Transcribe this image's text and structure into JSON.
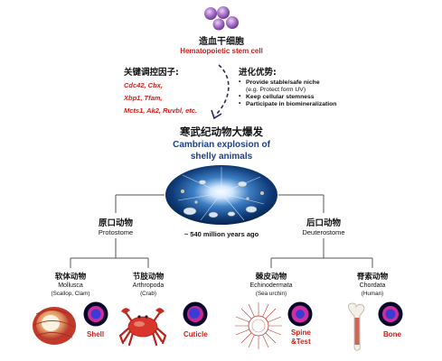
{
  "hsc": {
    "title_zh": "造血干细胞",
    "title_en": "Hematopoietic stem cell"
  },
  "factors": {
    "heading": "关键调控因子:",
    "lines": [
      "Cdc42, Cbx,",
      "Xbp1, Tfam,",
      "Mcts1, Ak2, Ruvbl, etc."
    ]
  },
  "advantages": {
    "heading": "进化优势:",
    "items": [
      {
        "text": "Provide stable/safe niche",
        "bullet": true
      },
      {
        "text": "(e.g. Protect form UV)",
        "bullet": false
      },
      {
        "text": "Keep cellular stemness",
        "bullet": true
      },
      {
        "text": "Participate in biomineralization",
        "bullet": true
      }
    ]
  },
  "cambrian": {
    "title_zh": "寒武纪动物大爆发",
    "title_en_1": "Cambrian explosion of",
    "title_en_2": "shelly animals",
    "time": "~ 540 million years ago"
  },
  "branches": {
    "protostome": {
      "zh": "原口动物",
      "en": "Protostome"
    },
    "deuterostome": {
      "zh": "后口动物",
      "en": "Deuterostome"
    }
  },
  "taxa": [
    {
      "zh": "软体动物",
      "en": "Mollusca",
      "example": "(Scallop, Clam)",
      "structure": "Shell"
    },
    {
      "zh": "节肢动物",
      "en": "Arthropoda",
      "example": "(Crab)",
      "structure": "Cuticle"
    },
    {
      "zh": "棘皮动物",
      "en": "Echinodermata",
      "example": "(Sea urchin)",
      "structure": "Spine &Test"
    },
    {
      "zh": "脊索动物",
      "en": "Chordata",
      "example": "(Human)",
      "structure": "Bone"
    }
  ],
  "colors": {
    "accent_red": "#d0211c",
    "title_blue": "#1f3f8a",
    "cell_purple": "#8a4fb5",
    "tree_line": "#555555"
  }
}
